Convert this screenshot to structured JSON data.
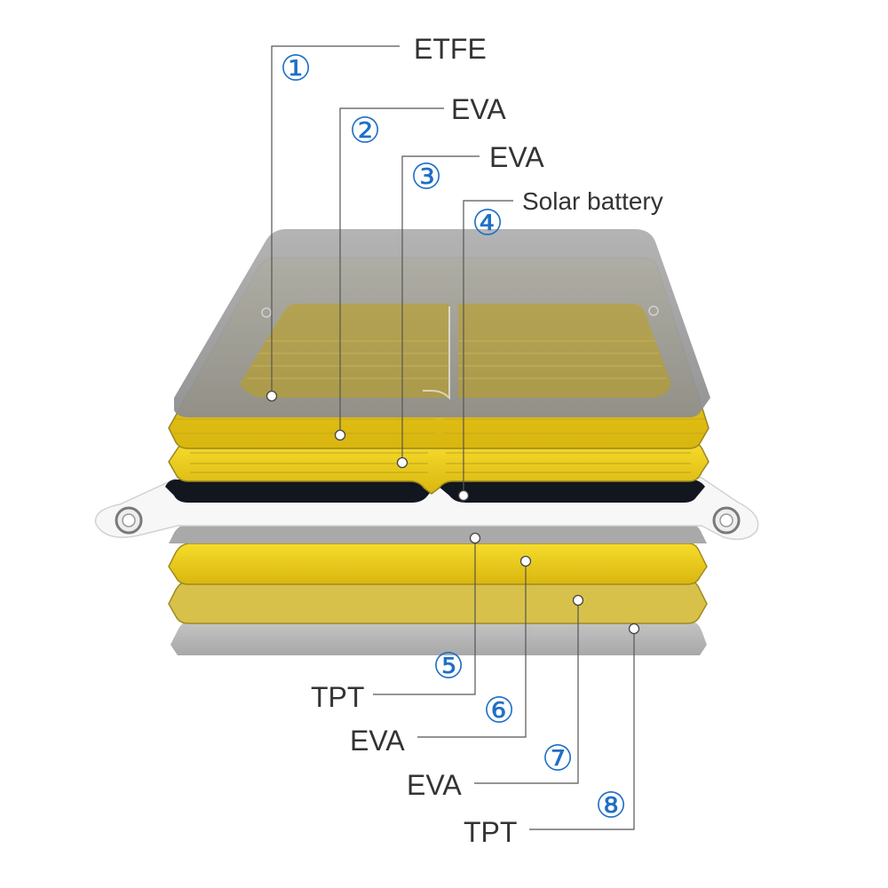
{
  "layers": [
    {
      "number": "①",
      "name": "ETFE"
    },
    {
      "number": "②",
      "name": "EVA"
    },
    {
      "number": "③",
      "name": "EVA"
    },
    {
      "number": "④",
      "name": "Solar battery"
    },
    {
      "number": "⑤",
      "name": "TPT"
    },
    {
      "number": "⑥",
      "name": "EVA"
    },
    {
      "number": "⑦",
      "name": "EVA"
    },
    {
      "number": "⑧",
      "name": "TPT"
    }
  ],
  "colors": {
    "leader_line": "#555555",
    "number_circle": "#1f6fc8",
    "etfe": "#9a9a9a",
    "eva": "#f3d21a",
    "cell": "#11161f",
    "tpt": "#b4b4b4",
    "frame": "#f7f7f7"
  }
}
